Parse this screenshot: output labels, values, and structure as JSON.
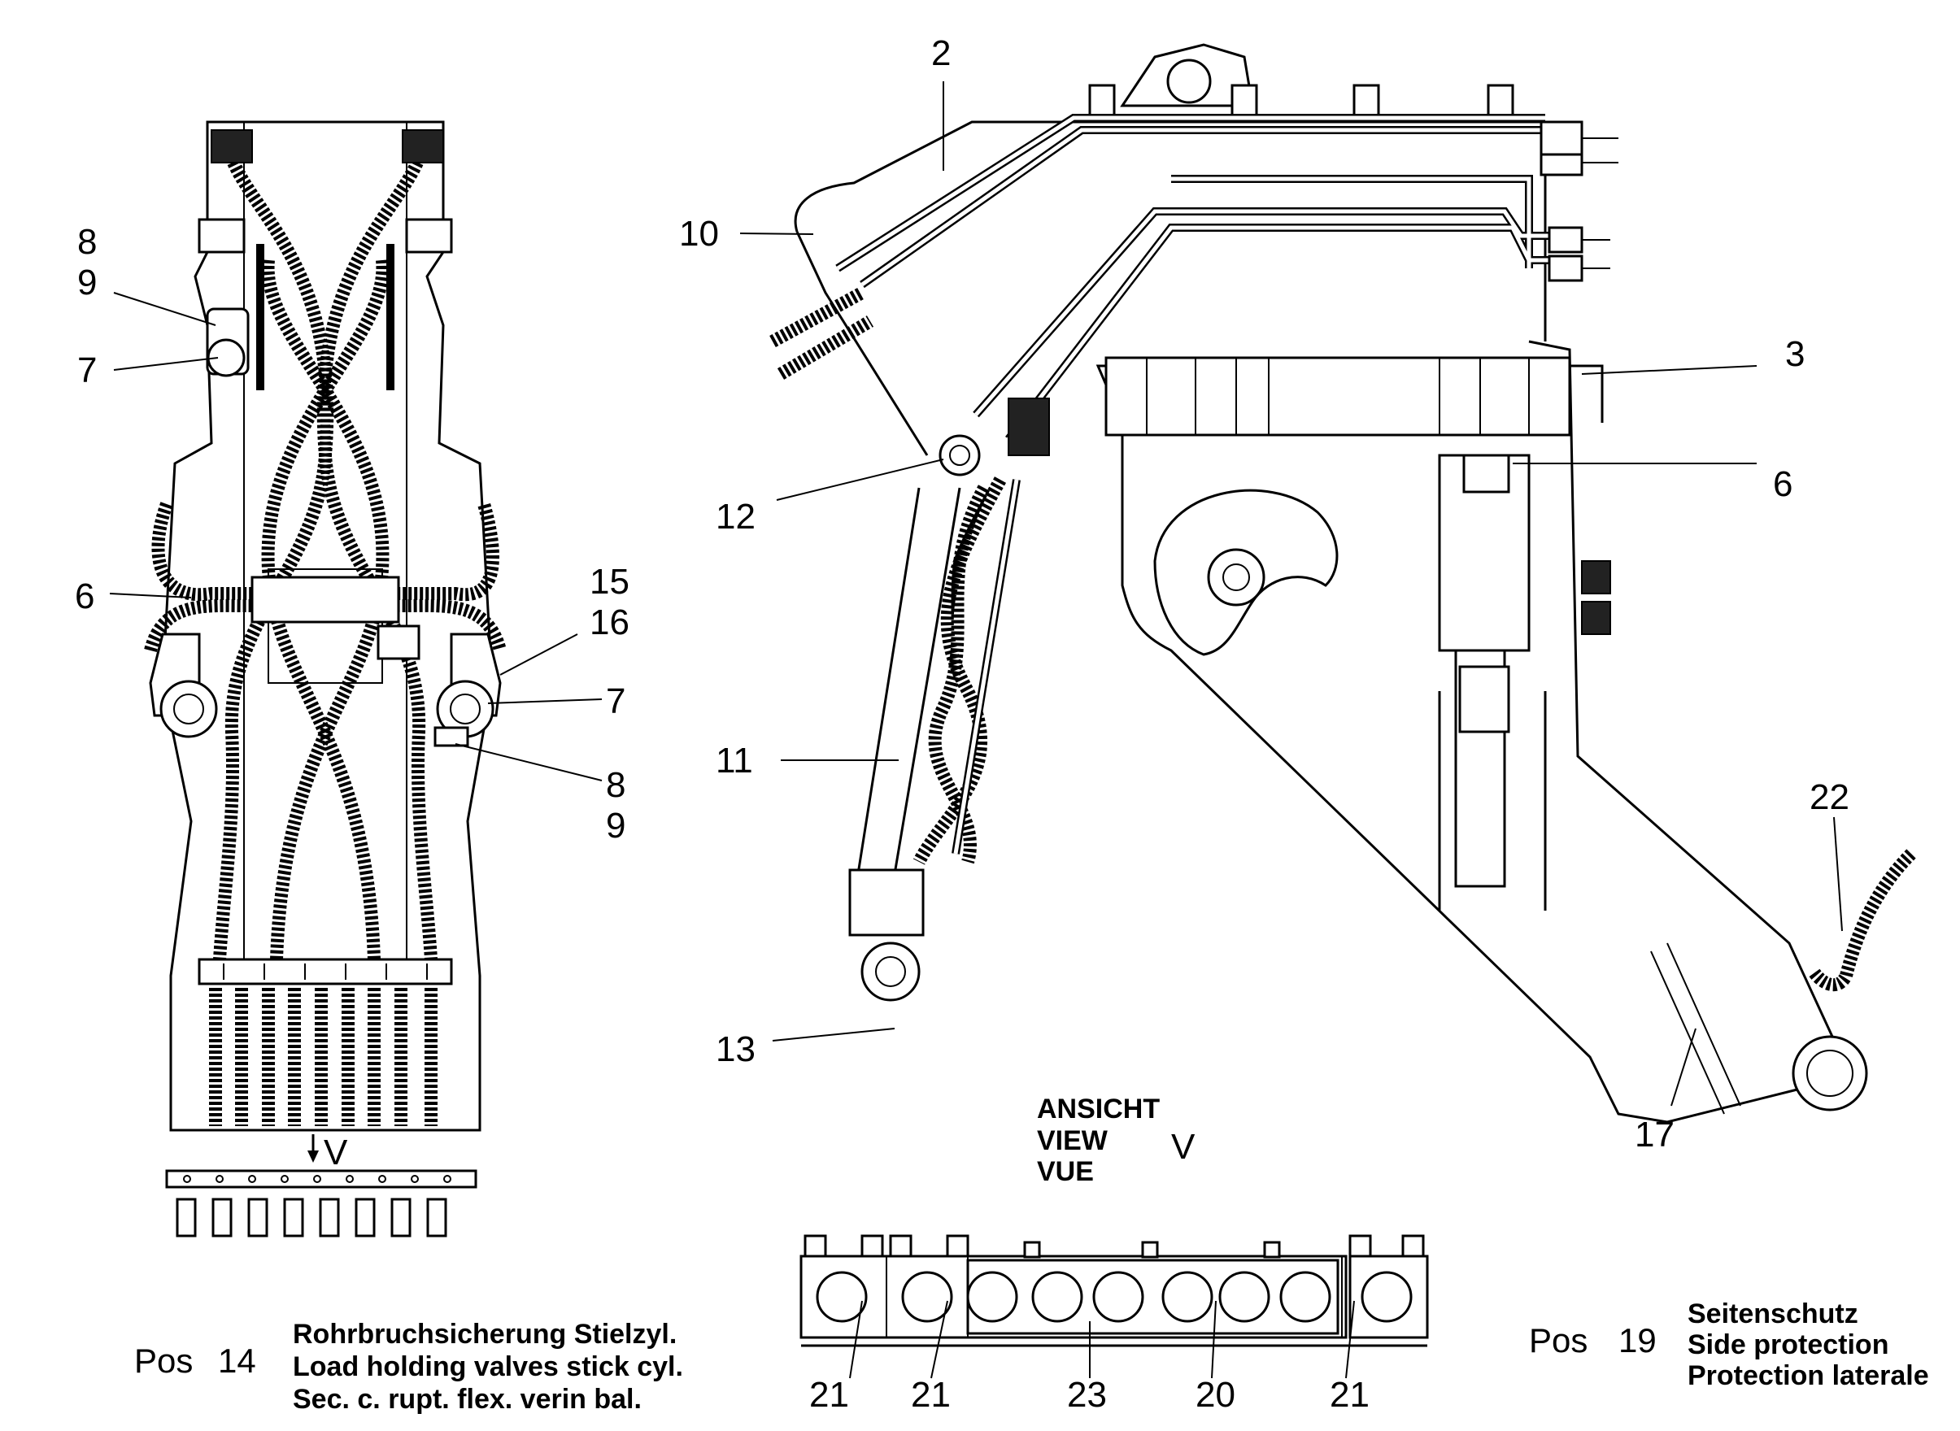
{
  "callouts": {
    "c2": "2",
    "c10": "10",
    "c12": "12",
    "c11": "11",
    "c13": "13",
    "c3": "3",
    "c6r": "6",
    "c22": "22",
    "c17": "17",
    "c8a": "8",
    "c9a": "9",
    "c7a": "7",
    "c6l": "6",
    "c15": "15",
    "c16": "16",
    "c7b": "7",
    "c8b": "8",
    "c9b": "9",
    "cV": "V",
    "c21a": "21",
    "c21b": "21",
    "c23": "23",
    "c20": "20",
    "c21c": "21"
  },
  "view": {
    "line1": "ANSICHT",
    "line2": "VIEW",
    "line3": "VUE",
    "letter": "V"
  },
  "pos14": {
    "prefix": "Pos",
    "number": "14",
    "line1": "Rohrbruchsicherung Stielzyl.",
    "line2": "Load holding valves stick cyl.",
    "line3": "Sec. c. rupt. flex. verin bal."
  },
  "pos19": {
    "prefix": "Pos",
    "number": "19",
    "line1": "Seitenschutz",
    "line2": "Side protection",
    "line3": "Protection laterale"
  }
}
